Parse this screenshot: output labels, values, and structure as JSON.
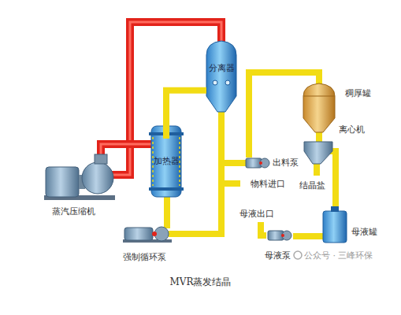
{
  "diagram": {
    "caption": "MVR蒸发结晶",
    "nodes": [
      {
        "text": [
          "分离器"
        ]
      },
      {
        "text": [
          "加热器"
        ]
      }
    ],
    "edges": [
      {
        "from": 1,
        "to": 0,
        "arrow": "none"
      }
    ],
    "labels": [
      "稠厚罐",
      "离心机",
      "出料泵",
      "物料进口",
      "结晶盐",
      "母液出口",
      "母液罐",
      "母液泵",
      "蒸汽压缩机",
      "强制循环泵",
      "公众号 · 三峰环保"
    ]
  }
}
